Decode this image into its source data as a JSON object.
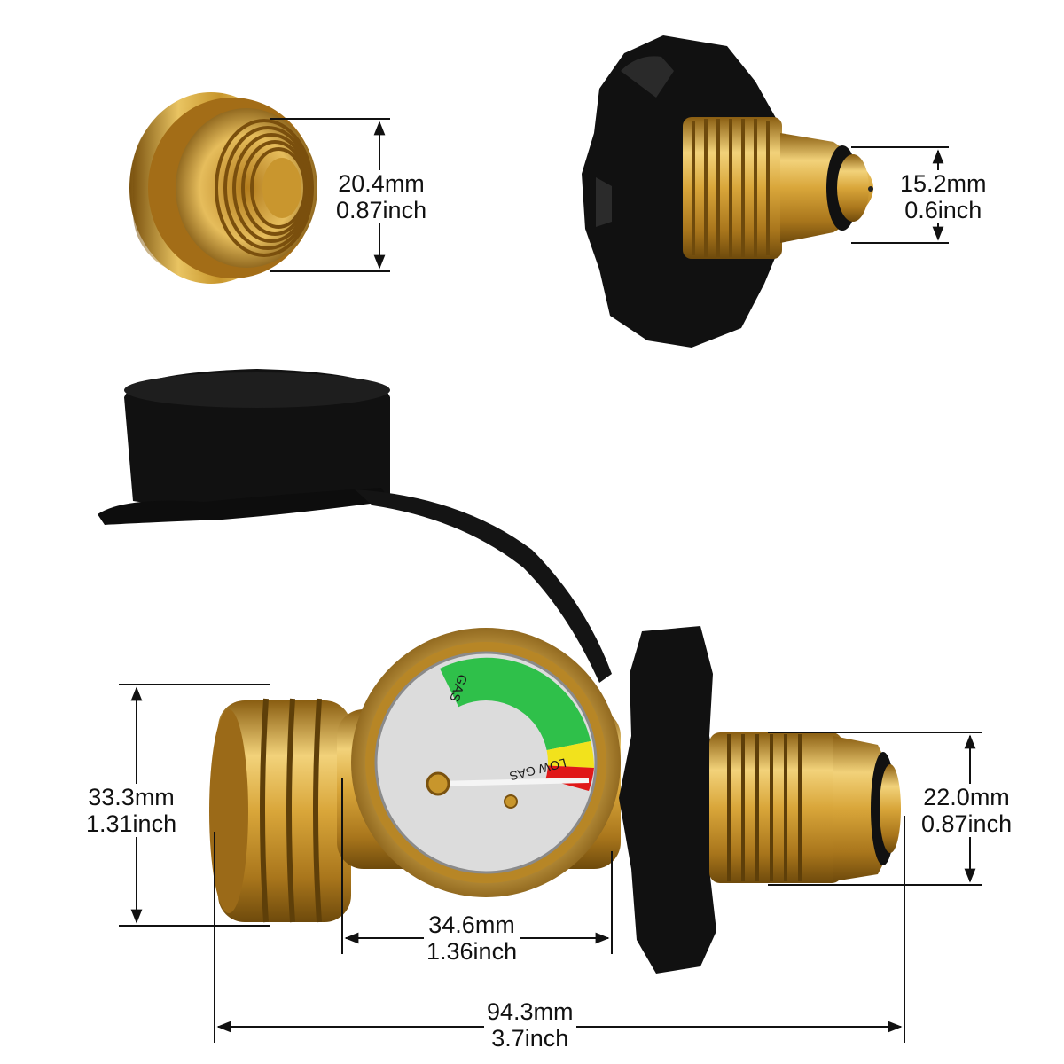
{
  "dimensions": {
    "thread_inner": {
      "mm": "20.4mm",
      "inch": "0.87inch"
    },
    "pol_tip": {
      "mm": "15.2mm",
      "inch": "0.6inch"
    },
    "gauge_height": {
      "mm": "33.3mm",
      "inch": "1.31inch"
    },
    "gauge_body": {
      "mm": "34.6mm",
      "inch": "1.36inch"
    },
    "pol_outlet": {
      "mm": "22.0mm",
      "inch": "0.87inch"
    },
    "overall_length": {
      "mm": "94.3mm",
      "inch": "3.7inch"
    }
  },
  "gauge": {
    "zone_gas": "GAS",
    "zone_low": "LOW GAS"
  },
  "colors": {
    "brass": "#c8962c",
    "brass_light": "#f2d27a",
    "brass_dark": "#8a5e12",
    "rubber": "#111111",
    "gauge_green": "#2fc04a",
    "gauge_yellow": "#f2e21c",
    "gauge_red": "#e01818"
  }
}
